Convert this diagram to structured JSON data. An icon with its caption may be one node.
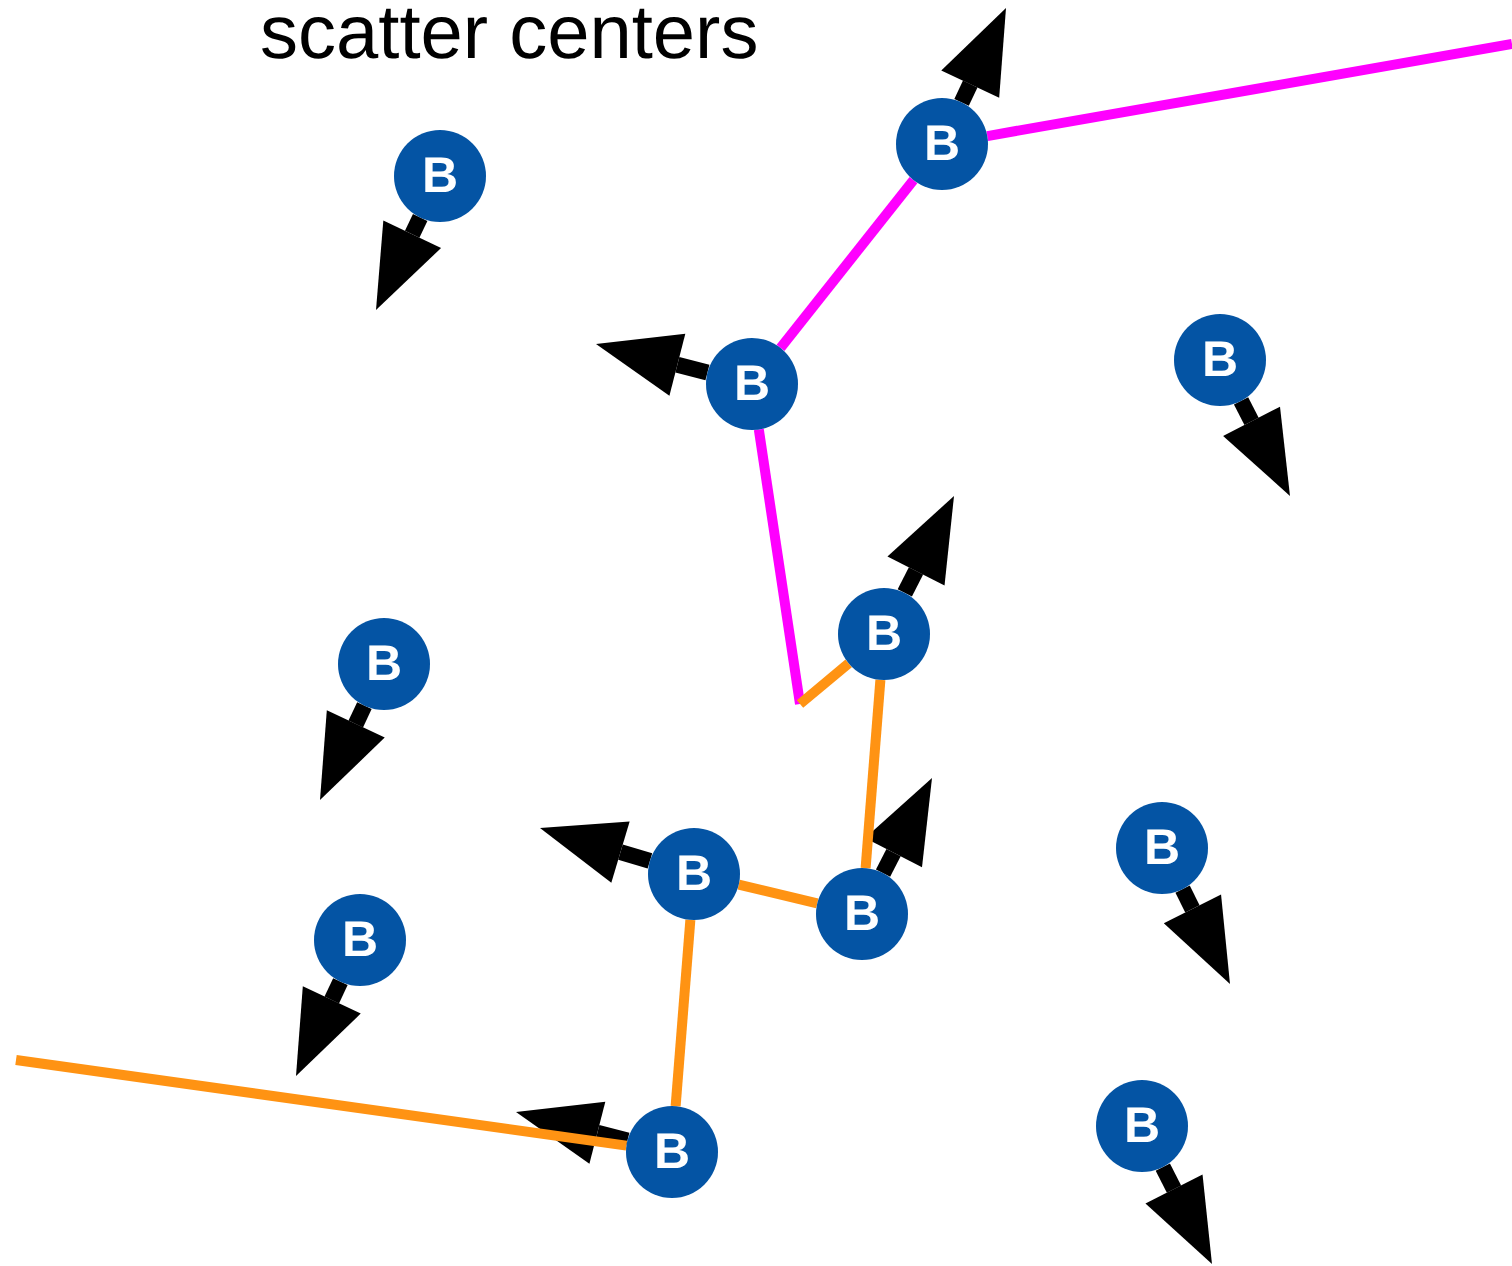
{
  "diagram": {
    "nodes": [
      {
        "text": [
          "B"
        ]
      },
      {
        "text": [
          "B"
        ]
      },
      {
        "text": [
          "B"
        ]
      },
      {
        "text": [
          "B"
        ]
      },
      {
        "text": [
          "B"
        ]
      },
      {
        "text": [
          "B"
        ]
      },
      {
        "text": [
          "B"
        ]
      },
      {
        "text": [
          "B"
        ]
      },
      {
        "text": [
          "B"
        ]
      },
      {
        "text": [
          "B"
        ]
      },
      {
        "text": [
          "B"
        ]
      },
      {
        "text": [
          "B"
        ]
      }
    ],
    "edges": [
      {
        "from": null,
        "to": 1,
        "arrow": "none",
        "color": "#ff00ff"
      },
      {
        "from": 1,
        "to": 2,
        "arrow": "none",
        "color": "#ff00ff"
      },
      {
        "from": 2,
        "to": null,
        "arrow": "none",
        "color": "#ff00ff"
      },
      {
        "from": null,
        "to": 4,
        "arrow": "none",
        "color": "#ff9313"
      },
      {
        "from": 4,
        "to": 7,
        "arrow": "none",
        "color": "#ff9313"
      },
      {
        "from": 7,
        "to": 6,
        "arrow": "none",
        "color": "#ff9313"
      },
      {
        "from": 6,
        "to": 10,
        "arrow": "none",
        "color": "#ff9313"
      },
      {
        "from": 10,
        "to": null,
        "arrow": "none",
        "color": "#ff9313"
      }
    ],
    "labels": [
      "scatter centers"
    ]
  }
}
